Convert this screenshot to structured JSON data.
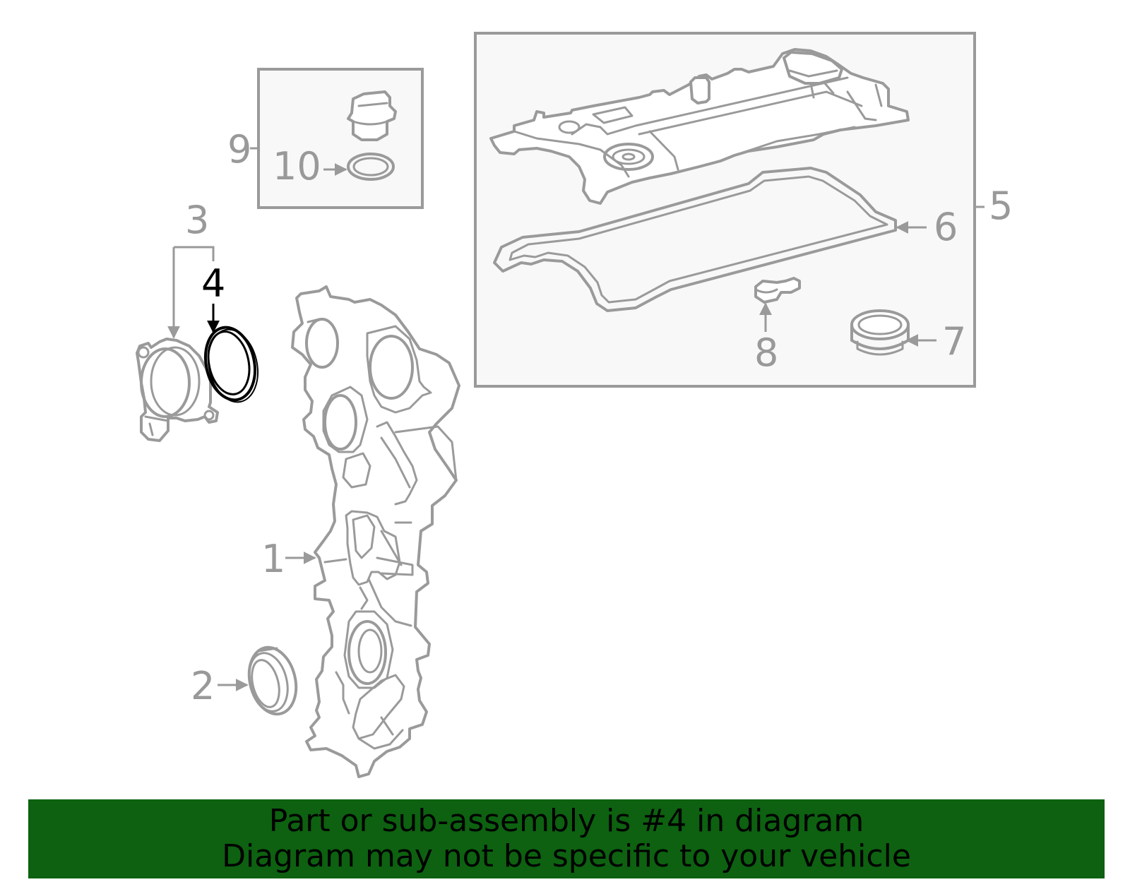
{
  "callouts": {
    "c1": "1",
    "c2": "2",
    "c3": "3",
    "c4": "4",
    "c5": "5",
    "c6": "6",
    "c7": "7",
    "c8": "8",
    "c9": "9",
    "c10": "10"
  },
  "highlighted_part": "4",
  "colors": {
    "banner_bg": "#0d6110",
    "part_stroke": "#9a9a9a",
    "highlight_stroke": "#000000",
    "box_fill": "#f8f8f8"
  },
  "banner": {
    "line1": "Part or sub-assembly is #4 in diagram",
    "line2": "Diagram may not be specific to your vehicle"
  }
}
